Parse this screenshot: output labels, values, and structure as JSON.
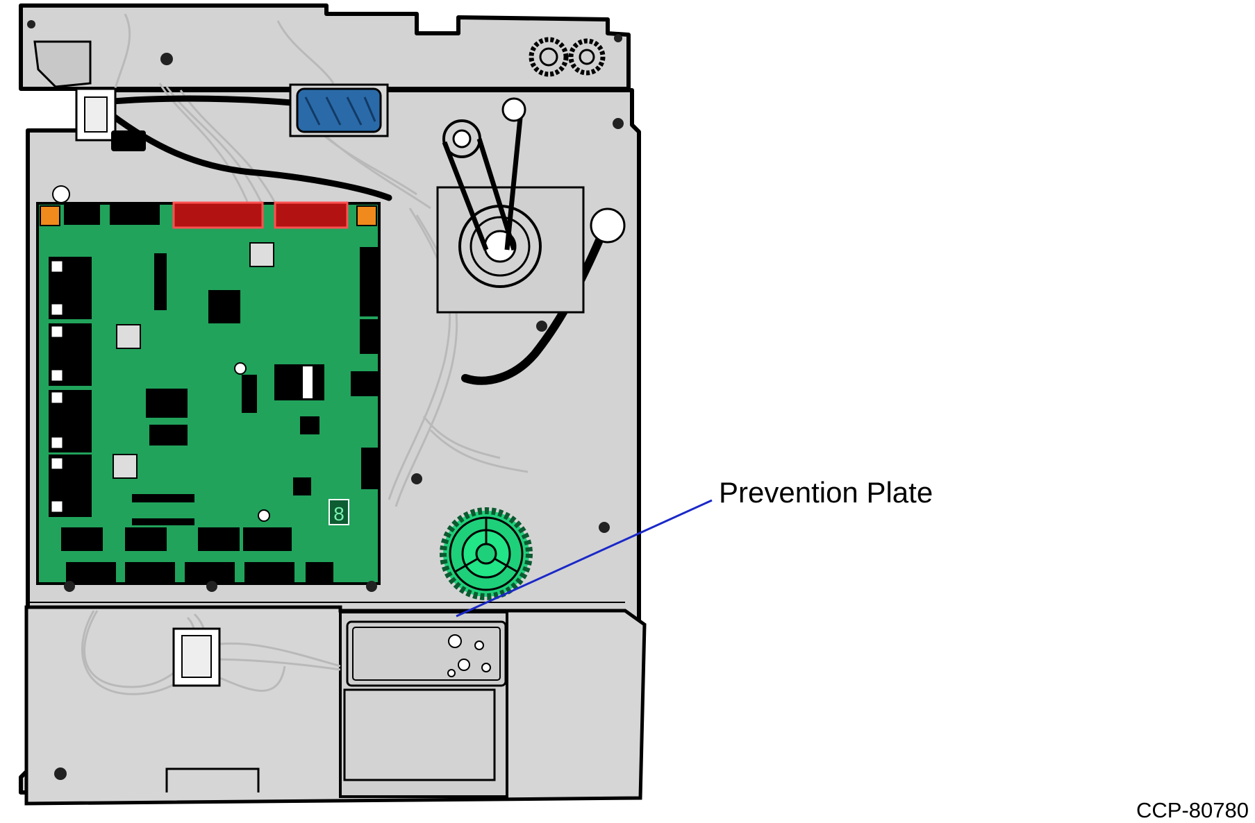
{
  "callout": {
    "label": "Prevention Plate",
    "line_color": "#1a28c8"
  },
  "figure_code": "CCP-80780",
  "colors": {
    "chassis": "#d3d3d3",
    "outline": "#000000",
    "pcb": "#21a35c",
    "connector_highlight": "#b31212",
    "gear": "#1fd07a",
    "solenoid": "#2a6aa8",
    "standoff": "#f08a1c",
    "harness": "#b9b9b9"
  },
  "display_digit": "8"
}
